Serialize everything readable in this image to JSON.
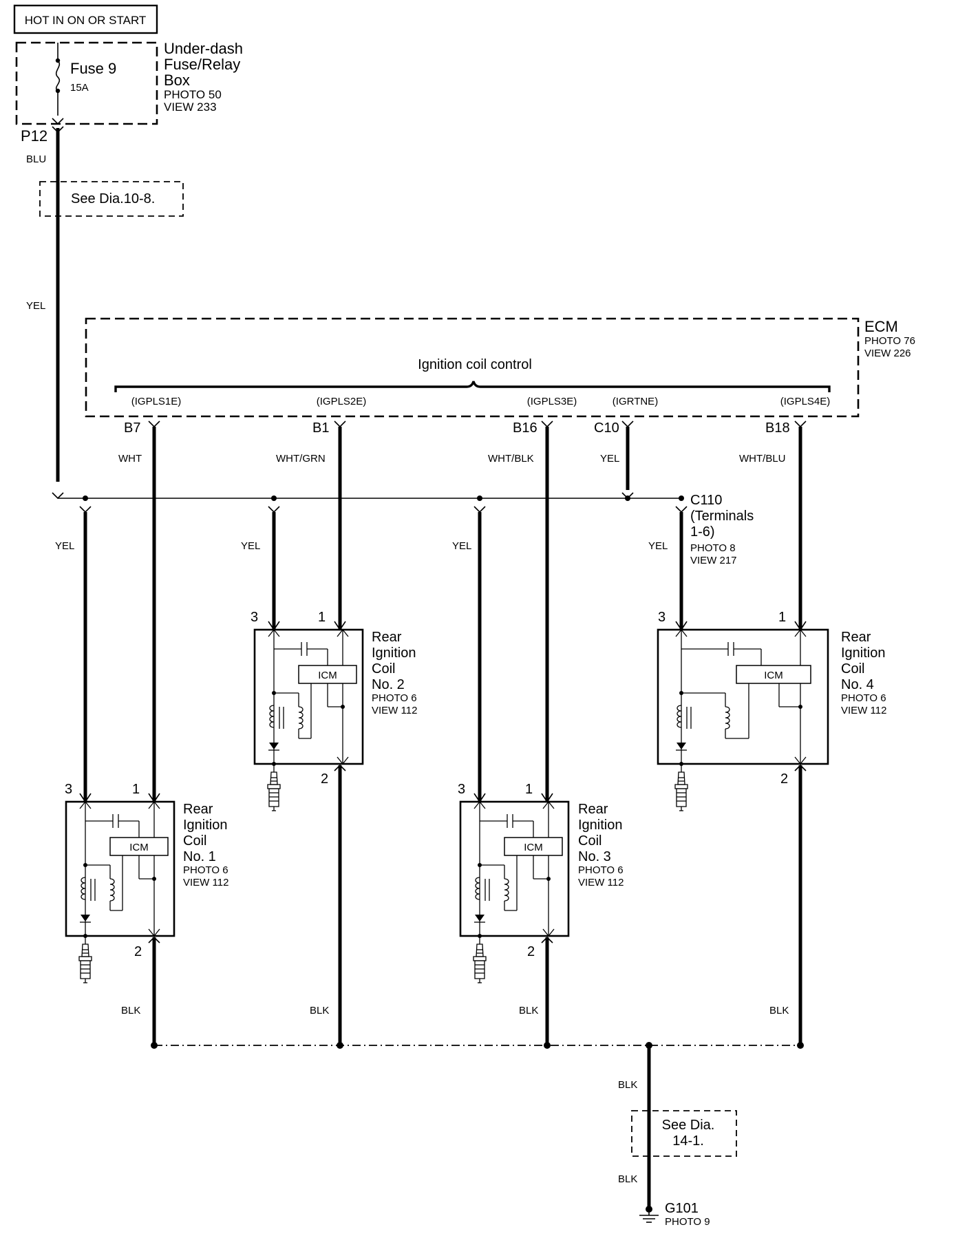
{
  "header": {
    "label": "HOT IN ON OR START"
  },
  "fuse_box": {
    "fuse_name": "Fuse 9",
    "fuse_rating": "15A",
    "title_lines": [
      "Under-dash",
      "Fuse/Relay",
      "Box"
    ],
    "photo": "PHOTO 50",
    "view": "VIEW 233",
    "connector": "P12"
  },
  "wires": {
    "blu": "BLU",
    "yel": "YEL",
    "wht": "WHT",
    "wht_grn": "WHT/GRN",
    "wht_blk": "WHT/BLK",
    "wht_blu": "WHT/BLU",
    "blk": "BLK"
  },
  "refs": {
    "dia_10_8": "See Dia.10-8.",
    "dia_14_1_lines": [
      "See Dia.",
      "14-1."
    ]
  },
  "ecm": {
    "title": "ECM",
    "photo": "PHOTO 76",
    "view": "VIEW 226",
    "group_label": "Ignition coil control",
    "signals": [
      "(IGPLS1E)",
      "(IGPLS2E)",
      "(IGPLS3E)",
      "(IGRTNE)",
      "(IGPLS4E)"
    ],
    "terminals": [
      "B7",
      "B1",
      "B16",
      "C10",
      "B18"
    ]
  },
  "junction": {
    "name": "C110",
    "detail_lines": [
      "(Terminals",
      "1-6)"
    ],
    "photo": "PHOTO 8",
    "view": "VIEW 217"
  },
  "coils": [
    {
      "lines": [
        "Rear",
        "Ignition",
        "Coil",
        "No. 1"
      ],
      "photo": "PHOTO 6",
      "view": "VIEW 112",
      "pin_a": "3",
      "pin_b": "1",
      "pin_c": "2",
      "module": "ICM"
    },
    {
      "lines": [
        "Rear",
        "Ignition",
        "Coil",
        "No. 2"
      ],
      "photo": "PHOTO 6",
      "view": "VIEW 112",
      "pin_a": "3",
      "pin_b": "1",
      "pin_c": "2",
      "module": "ICM"
    },
    {
      "lines": [
        "Rear",
        "Ignition",
        "Coil",
        "No. 3"
      ],
      "photo": "PHOTO 6",
      "view": "VIEW 112",
      "pin_a": "3",
      "pin_b": "1",
      "pin_c": "2",
      "module": "ICM"
    },
    {
      "lines": [
        "Rear",
        "Ignition",
        "Coil",
        "No. 4"
      ],
      "photo": "PHOTO 6",
      "view": "VIEW 112",
      "pin_a": "3",
      "pin_b": "1",
      "pin_c": "2",
      "module": "ICM"
    }
  ],
  "ground": {
    "name": "G101",
    "photo": "PHOTO 9"
  }
}
